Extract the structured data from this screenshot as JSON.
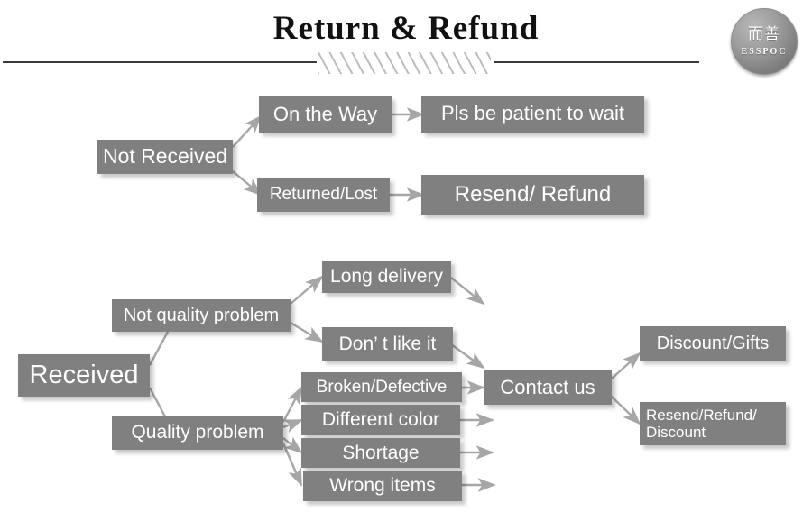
{
  "header": {
    "title": "Return & Refund",
    "logo": {
      "chinese": "而善",
      "latin": "ESSPOC"
    }
  },
  "colors": {
    "box_fill": "#808080",
    "box_text": "#ffffff",
    "arrow": "#a6a6a6",
    "rule": "#3a3a3a",
    "hatch": "#bdbdbd",
    "background": "#ffffff"
  },
  "flow": {
    "not_received": {
      "root": "Not Received",
      "branches": [
        {
          "cause": "On the Way",
          "action": "Pls be patient to wait"
        },
        {
          "cause": "Returned/Lost",
          "action": "Resend/ Refund"
        }
      ]
    },
    "received": {
      "root": "Received",
      "categories": [
        {
          "label": "Not quality problem",
          "issues": [
            "Long delivery",
            "Don’ t like it"
          ]
        },
        {
          "label": "Quality problem",
          "issues": [
            "Broken/Defective",
            "Different color",
            "Shortage",
            "Wrong items"
          ]
        }
      ],
      "hub": "Contact us",
      "outcomes": [
        "Discount/Gifts",
        "Resend/Refund/ Discount"
      ]
    }
  }
}
